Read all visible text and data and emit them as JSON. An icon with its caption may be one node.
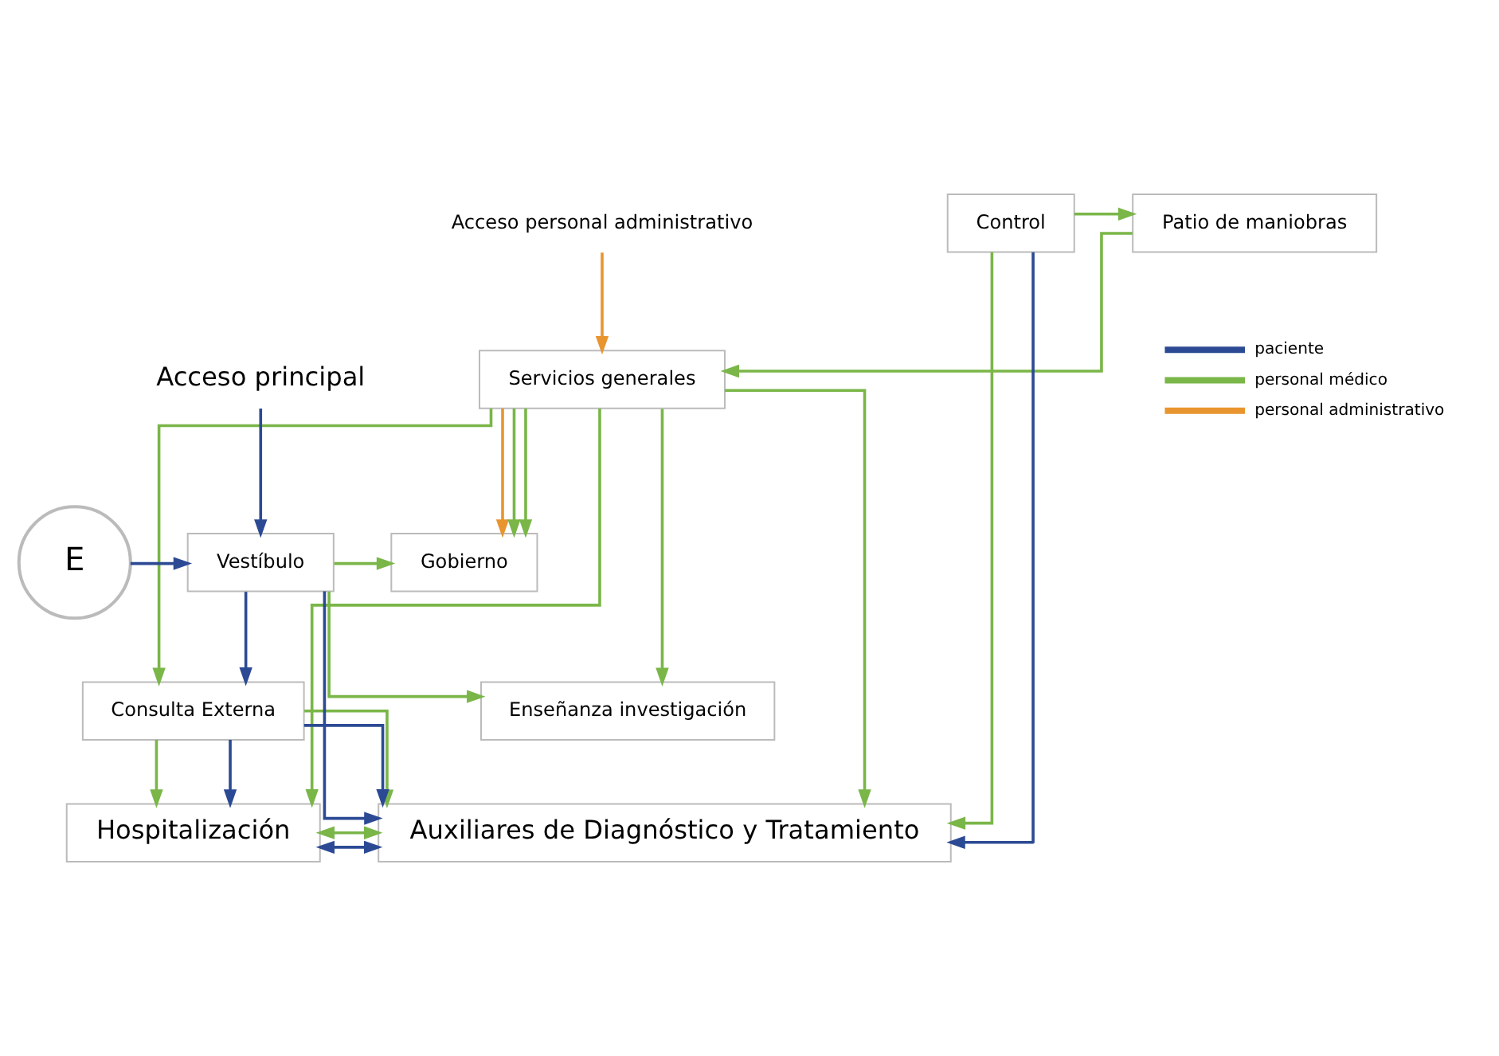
{
  "diagram": {
    "nodes": [
      {
        "text": [
          "Acceso personal administrativo"
        ]
      },
      {
        "text": [
          "Patio de maniobras"
        ]
      },
      {
        "text": [
          "Control"
        ]
      },
      {
        "text": [
          "Servicios generales"
        ]
      },
      {
        "text": [
          "Hospitalización"
        ]
      },
      {
        "text": [
          "Auxiliares de Diagnóstico y Tratamiento"
        ]
      },
      {
        "text": [
          "Consulta Externa"
        ]
      },
      {
        "text": [
          "Gobierno"
        ]
      },
      {
        "text": [
          "Vestíbulo"
        ]
      },
      {
        "text": [
          "Enseñanza investigación"
        ]
      },
      {
        "text": [
          "E"
        ]
      },
      {
        "text": [
          "Acceso principal"
        ]
      }
    ],
    "edges": [
      {
        "from": 2,
        "to": 1,
        "arrow": "to"
      },
      {
        "from": 1,
        "to": 3,
        "arrow": "to"
      },
      {
        "from": 0,
        "to": 3,
        "arrow": "to",
        "color": "#e8952f"
      },
      {
        "from": 2,
        "to": 5,
        "arrow": "to"
      },
      {
        "from": 2,
        "to": 5,
        "arrow": "to",
        "color": "#2c4a94"
      },
      {
        "from": 3,
        "to": 4,
        "arrow": "to"
      },
      {
        "from": 3,
        "to": 5,
        "arrow": "to"
      },
      {
        "from": 4,
        "to": 5,
        "arrow": "both"
      },
      {
        "from": 4,
        "to": 5,
        "arrow": "both",
        "color": "#2c4a94"
      },
      {
        "from": 3,
        "to": 7,
        "arrow": "to",
        "color": "#e8952f"
      },
      {
        "from": 3,
        "to": 6,
        "arrow": "to"
      },
      {
        "from": 3,
        "to": 7,
        "arrow": "to"
      },
      {
        "from": 3,
        "to": 7,
        "arrow": "to"
      },
      {
        "from": 3,
        "to": 9,
        "arrow": "to"
      },
      {
        "from": 6,
        "to": 4,
        "arrow": "to"
      },
      {
        "from": 6,
        "to": 4,
        "arrow": "to",
        "color": "#2c4a94"
      },
      {
        "from": 6,
        "to": 5,
        "arrow": "to"
      },
      {
        "from": 6,
        "to": 5,
        "arrow": "to",
        "color": "#2c4a94"
      },
      {
        "from": 8,
        "to": 6,
        "arrow": "to",
        "color": "#2c4a94"
      },
      {
        "from": 8,
        "to": 5,
        "arrow": "to",
        "color": "#2c4a94"
      },
      {
        "from": 8,
        "to": 7,
        "arrow": "to"
      },
      {
        "from": 8,
        "to": 9,
        "arrow": "to"
      },
      {
        "from": 10,
        "to": 8,
        "arrow": "to",
        "color": "#2c4a94"
      },
      {
        "from": 11,
        "to": 8,
        "arrow": "to",
        "color": "#2c4a94"
      }
    ],
    "legend": [
      {
        "text": "paciente"
      },
      {
        "text": "personal médico"
      },
      {
        "text": "personal administrativo"
      }
    ]
  }
}
